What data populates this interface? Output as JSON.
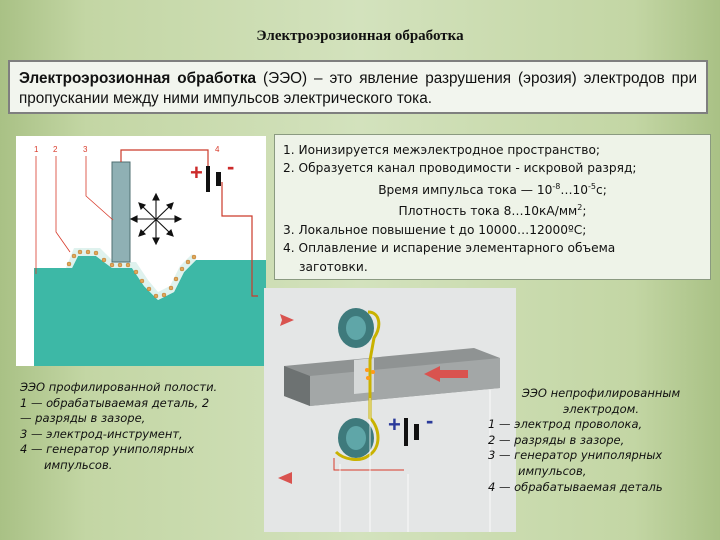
{
  "slide": {
    "title": "Электроэрозионная обработка"
  },
  "definition": {
    "term": "Электроэрозионная обработка",
    "text": " (ЭЭО) – это явление разрушения (эрозия) электродов при пропускании между ними импульсов электрического тока."
  },
  "steps": {
    "s1": "1. Ионизируется межэлектродное пространство;",
    "s2": "2. Образуется канал проводимости - искровой разряд;",
    "s2a_pre": "Время импульса тока — 10",
    "s2a_e1": "-8",
    "s2a_mid": "…10",
    "s2a_e2": "-5",
    "s2a_post": "с;",
    "s2b_pre": "Плотность тока 8…10кА/мм",
    "s2b_e": "2",
    "s2b_post": ";",
    "s3": "3. Локальное повышение t до 10000…12000ºС;",
    "s4": "4. Оплавление и испарение элементарного объема",
    "s4b": "заготовки."
  },
  "figure1": {
    "labels": [
      "1",
      "2",
      "3",
      "4"
    ],
    "plus": "+",
    "minus": "-",
    "colors": {
      "workpiece": "#3db8a6",
      "electrode": "#8fb0b4",
      "leader": "#d83a2a"
    }
  },
  "figure2": {
    "plus": "+",
    "minus": "-",
    "colors": {
      "wire": "#c9b200",
      "block": "#8c8c8c",
      "arrow": "#d9534f",
      "roller": "#3e7a7c"
    }
  },
  "caption1": {
    "l1": "ЭЭО профилированной полости.",
    "l2": "1 — обрабатываемая деталь, 2",
    "l3": "— разряды в зазоре,",
    "l4": "3 — электрод-инструмент,",
    "l5": "4 — генератор униполярных",
    "l6": "импульсов."
  },
  "caption2": {
    "l1": "ЭЭО непрофилированным",
    "l2": "электродом.",
    "l3": "1 — электрод проволока,",
    "l4": "2 — разряды в зазоре,",
    "l5": "3 — генератор униполярных",
    "l6": "импульсов,",
    "l7": "4 — обрабатываемая деталь"
  }
}
